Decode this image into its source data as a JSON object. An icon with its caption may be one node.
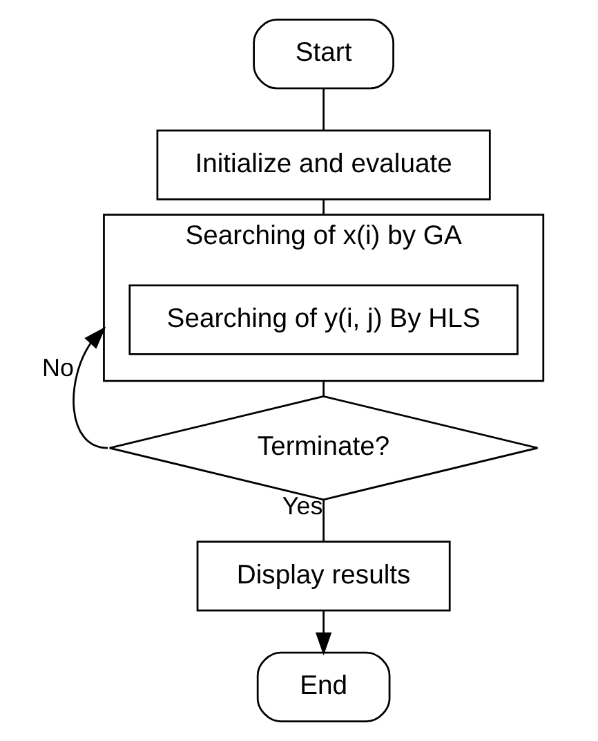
{
  "diagram": {
    "nodes": [
      {
        "text": [
          "Start"
        ]
      },
      {
        "text": [
          "Initialize and evaluate"
        ]
      },
      {
        "text": [
          "Searching of x(i) by GA"
        ]
      },
      {
        "text": [
          "Searching of y(i, j) By HLS"
        ],
        "in": 2
      },
      {
        "text": [
          "Terminate?"
        ]
      },
      {
        "text": [
          "Display results"
        ]
      },
      {
        "text": [
          "End"
        ]
      }
    ],
    "edges": [
      {
        "from": 0,
        "to": 1,
        "arrow": "none"
      },
      {
        "from": 1,
        "to": 2,
        "arrow": "none"
      },
      {
        "from": 2,
        "to": 4,
        "arrow": "none"
      },
      {
        "from": 4,
        "to": 2,
        "arrow": "to",
        "label": "No"
      },
      {
        "from": 4,
        "to": 5,
        "arrow": "none",
        "label": "Yes"
      },
      {
        "from": 5,
        "to": 6,
        "arrow": "to"
      }
    ]
  }
}
